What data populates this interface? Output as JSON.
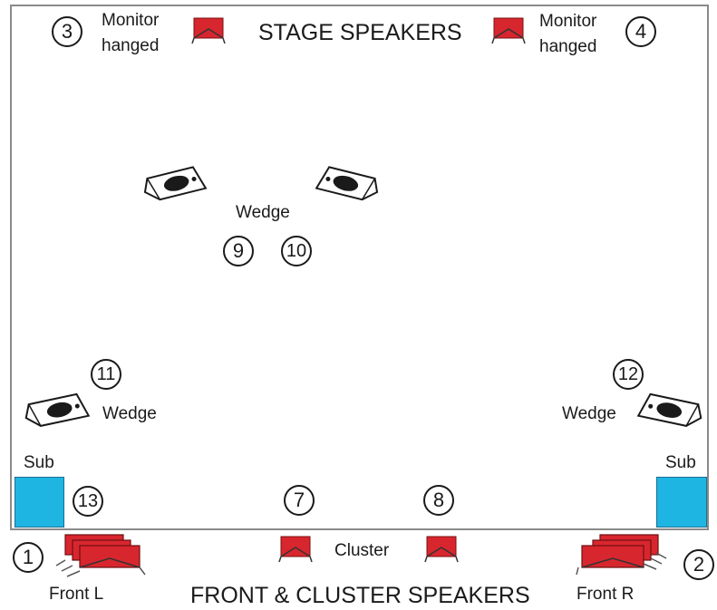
{
  "titles": {
    "stage": "STAGE SPEAKERS",
    "front": "FRONT & CLUSTER SPEAKERS"
  },
  "labels": {
    "monitor_left_line1": "Monitor",
    "monitor_left_line2": "hanged",
    "monitor_right_line1": "Monitor",
    "monitor_right_line2": "hanged",
    "wedge_center": "Wedge",
    "wedge_left": "Wedge",
    "wedge_right": "Wedge",
    "sub_left": "Sub",
    "sub_right": "Sub",
    "cluster": "Cluster",
    "front_left": "Front L",
    "front_right": "Front R"
  },
  "numbers": {
    "n1": "1",
    "n2": "2",
    "n3": "3",
    "n4": "4",
    "n7": "7",
    "n8": "8",
    "n9": "9",
    "n10": "10",
    "n11": "11",
    "n12": "12",
    "n13": "13"
  },
  "colors": {
    "speaker_red": "#d8262e",
    "sub_blue": "#1fb5e3",
    "border": "#8a8a8a"
  }
}
